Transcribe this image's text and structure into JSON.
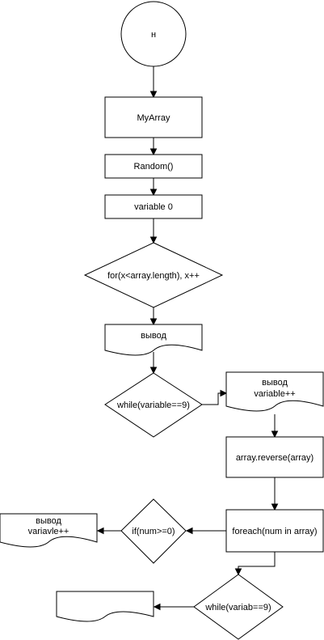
{
  "diagram": {
    "nodes": {
      "start": {
        "label": "н"
      },
      "my_array": {
        "label": "MyArray"
      },
      "random": {
        "label": "Random()"
      },
      "variable": {
        "label": "variable 0"
      },
      "for_loop": {
        "label": "for(x<array.length), x++"
      },
      "output1": {
        "label": "вывод"
      },
      "while1": {
        "label": "while(variable==9)"
      },
      "output2": {
        "line1": "вывод",
        "line2": "variable++"
      },
      "reverse": {
        "label": "array.reverse(array)"
      },
      "foreach": {
        "label": "foreach(num in array)"
      },
      "if_num": {
        "label": "if(num>=0)"
      },
      "output3": {
        "line1": "вывод",
        "line2": "variavle++"
      },
      "while2": {
        "label": "while(variab==9)"
      },
      "output4": {
        "label": ""
      }
    }
  }
}
